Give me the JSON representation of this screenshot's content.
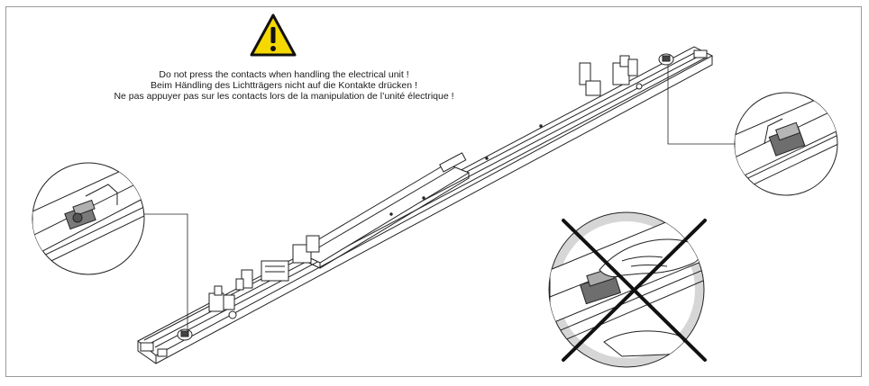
{
  "warning": {
    "icon": "warning-triangle-icon",
    "icon_color": "#f5d800",
    "lines": [
      "Do not press the contacts when handling the electrical unit !",
      "Beim Händling des Lichtträgers nicht auf die Kontakte drücken !",
      "Ne pas appuyer pas sur les contacts lors de la manipulation de l’unité électrique !"
    ]
  },
  "details": {
    "left_callout": "contact-detail-left",
    "right_callout": "contact-detail-right",
    "prohibited": "hand-pressing-contact-prohibited"
  }
}
